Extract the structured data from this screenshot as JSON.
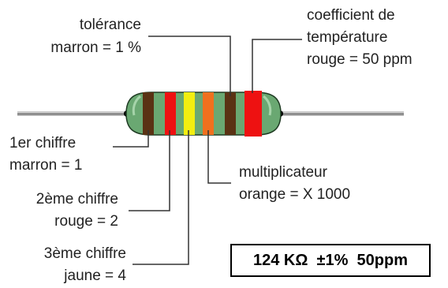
{
  "labels": {
    "tolerance": {
      "line1": "tolérance",
      "line2": "marron = 1 %"
    },
    "temperature_coefficient": {
      "line1": "coefficient de",
      "line2": "température",
      "line3": "rouge = 50 ppm"
    },
    "first_digit": {
      "line1": "1er chiffre",
      "line2": "marron = 1"
    },
    "second_digit": {
      "line1": "2ème chiffre",
      "line2": "rouge = 2"
    },
    "third_digit": {
      "line1": "3ème chiffre",
      "line2": "jaune = 4"
    },
    "multiplier": {
      "line1": "multiplicateur",
      "line2": "orange = X 1000"
    }
  },
  "result": {
    "text": "124 KΩ  ±1%  50ppm"
  },
  "colors": {
    "body": "#6aa872",
    "band_first_digit": "#5a3214",
    "band_second_digit": "#ee1111",
    "band_third_digit": "#f2ee10",
    "band_multiplier": "#f0701e",
    "band_tolerance": "#5a3214",
    "band_temperature": "#ee1111",
    "leader_lines": "#333333",
    "lead_wire": "#999999"
  }
}
